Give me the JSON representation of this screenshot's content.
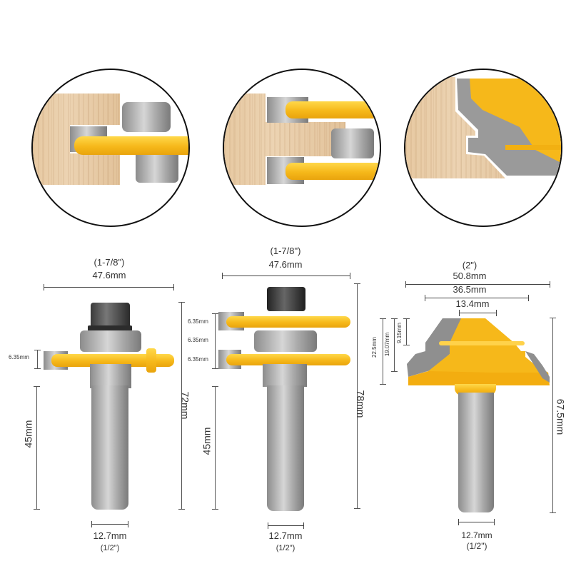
{
  "detail_views": [
    {
      "id": "single-tongue-cut",
      "description": "wood joint cut with single slot cutter"
    },
    {
      "id": "tongue-and-groove-cut",
      "description": "wood joint cut with double slot cutter"
    },
    {
      "id": "lock-miter-cut",
      "description": "wood joint cut with lock miter bit"
    }
  ],
  "bits": [
    {
      "name": "single-slot-cutter",
      "width_inch": "(1-7/8\")",
      "width_mm": "47.6mm",
      "cutter_thickness": [
        "6.35mm"
      ],
      "shank_length": "45mm",
      "total_length": "72mm",
      "shank_diameter_mm": "12.7mm",
      "shank_diameter_inch": "(1/2\")"
    },
    {
      "name": "double-slot-cutter",
      "width_inch": "(1-7/8\")",
      "width_mm": "47.6mm",
      "cutter_thickness": [
        "6.35mm",
        "6.35mm",
        "6.35mm"
      ],
      "shank_length": "45mm",
      "total_length": "78mm",
      "shank_diameter_mm": "12.7mm",
      "shank_diameter_inch": "(1/2\")"
    },
    {
      "name": "lock-miter-bit",
      "width_inch": "(2\")",
      "width_mm": "50.8mm",
      "mid_width": "36.5mm",
      "top_width": "13.4mm",
      "heights": [
        "22.5mm",
        "19.07mm",
        "9.15mm"
      ],
      "total_length": "67.5mm",
      "shank_diameter_mm": "12.7mm",
      "shank_diameter_inch": "(1/2\")"
    }
  ],
  "colors": {
    "cutter_yellow": "#f6b81a",
    "steel_gray": "#a9a9a9",
    "wood": "#e7c9a2",
    "dimension_line": "#444444"
  }
}
